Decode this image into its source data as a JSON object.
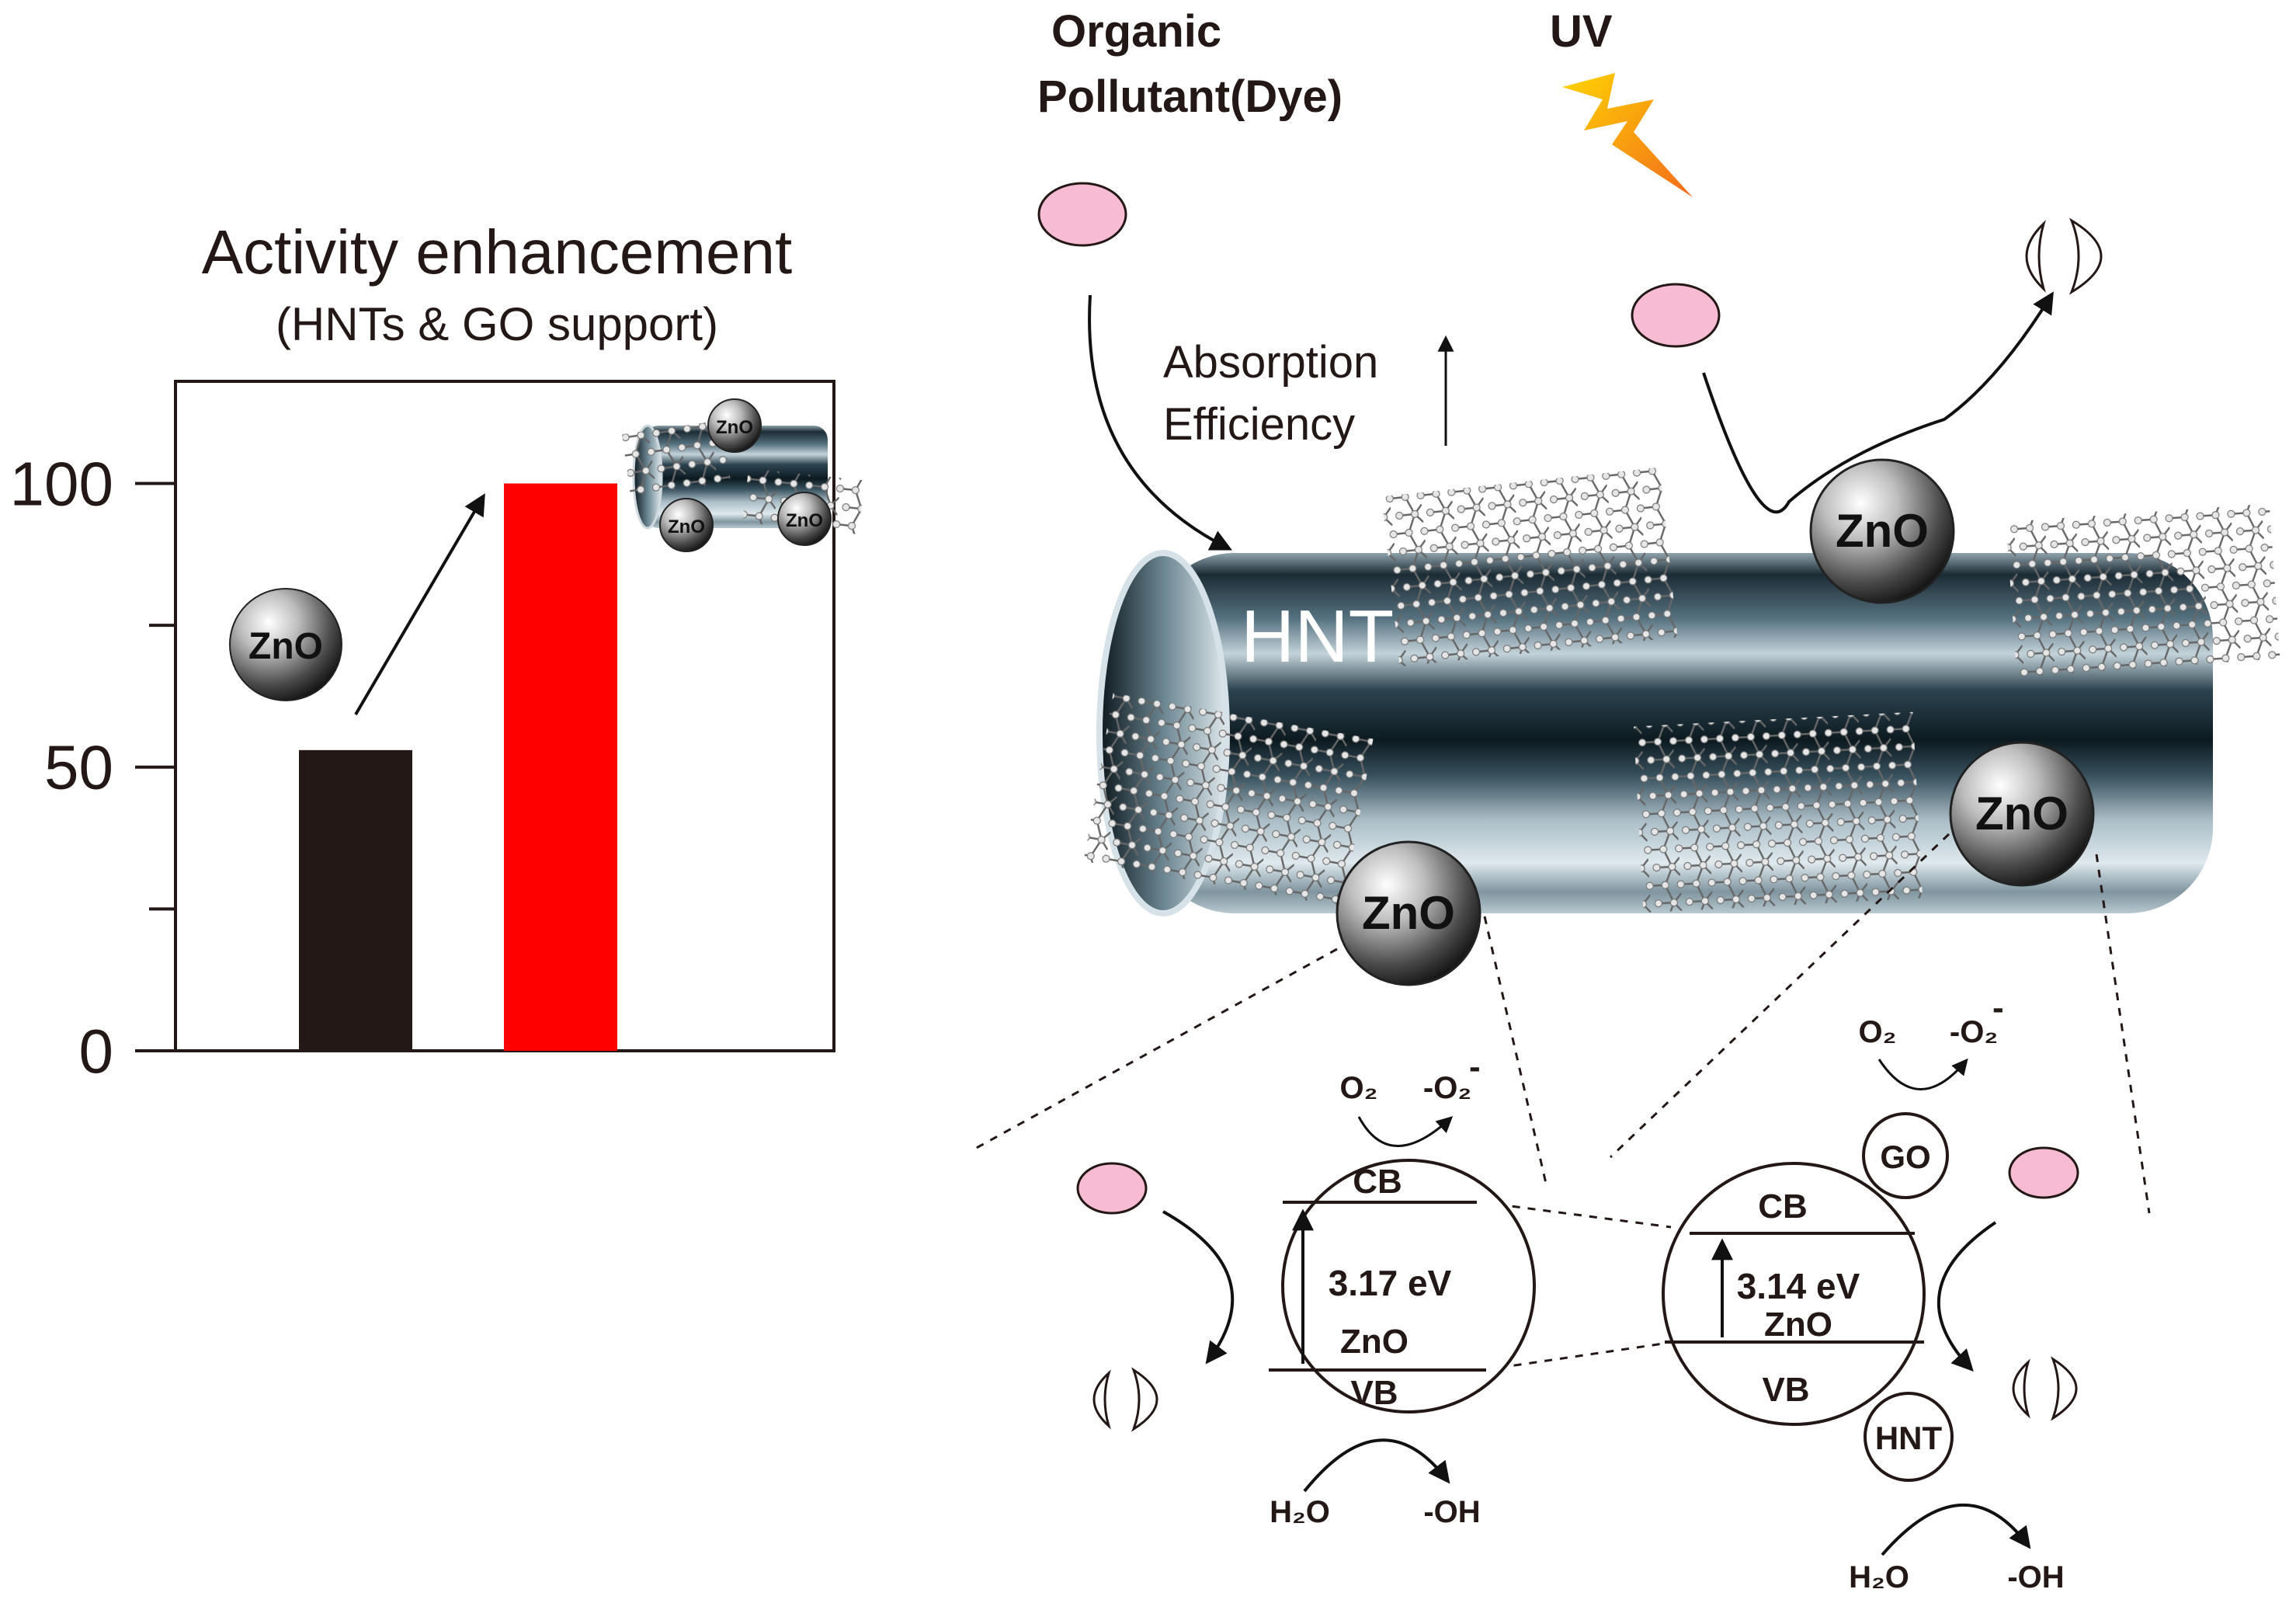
{
  "chart_data": {
    "type": "bar",
    "title": "Activity enhancement",
    "subtitle": "(HNTs & GO support)",
    "categories": [
      "ZnO",
      "ZnO/GO/HNT"
    ],
    "values": [
      53,
      100
    ],
    "colors": [
      "#231815",
      "#ff0000"
    ],
    "ylim": [
      0,
      118
    ],
    "yticks_major": [
      0,
      50,
      100
    ],
    "yticks_labels": [
      "0",
      "50",
      "100"
    ],
    "yticks_minor": [
      25,
      75
    ],
    "grid": false,
    "legend": "none"
  },
  "chart_icons": {
    "zno_sphere": "ZnO",
    "composite_spheres": [
      "ZnO",
      "ZnO",
      "ZnO"
    ]
  },
  "diagram": {
    "organic_pollutant": "Organic\nPollutant(Dye)",
    "uv": "UV",
    "absorption": "Absorption\nEfficiency",
    "hnt_label": "HNT",
    "zno_large": [
      "ZnO",
      "ZnO",
      "ZnO"
    ],
    "left_band": {
      "o2": "O₂",
      "o2_radical": "-O₂",
      "o2_charge": "-",
      "cb": "CB",
      "energy": "3.17 eV",
      "material": "ZnO",
      "vb": "VB",
      "h2o": "H₂O",
      "oh": "-OH"
    },
    "right_band": {
      "o2": "O₂",
      "o2_radical": "-O₂",
      "o2_charge": "-",
      "go": "GO",
      "cb": "CB",
      "energy": "3.14 eV",
      "material": "ZnO",
      "vb": "VB",
      "hnt": "HNT",
      "h2o": "H₂O",
      "oh": "-OH"
    }
  },
  "colors": {
    "pollutant_fill": "#f7bcd3",
    "uv_bolt_top": "#ffd400",
    "uv_bolt_bottom": "#f26b1d",
    "tube_dark": "#1a2a33"
  }
}
